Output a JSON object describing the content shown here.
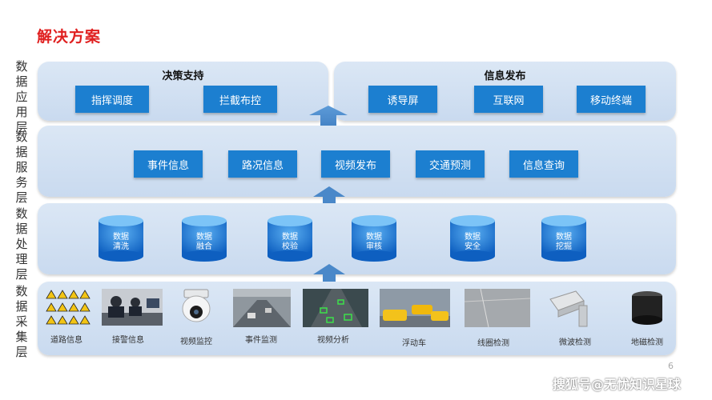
{
  "title": "解决方案",
  "layers": [
    {
      "label": "数据应用层",
      "chars": [
        "数",
        "据",
        "应",
        "用",
        "层"
      ]
    },
    {
      "label": "数据服务层",
      "chars": [
        "数",
        "据",
        "服",
        "务",
        "层"
      ]
    },
    {
      "label": "数据处理层",
      "chars": [
        "数",
        "据",
        "处",
        "理",
        "层"
      ]
    },
    {
      "label": "数据采集层",
      "chars": [
        "数",
        "据",
        "采",
        "集",
        "层"
      ]
    }
  ],
  "application": {
    "decision": {
      "title": "决策支持",
      "items": [
        "指挥调度",
        "拦截布控"
      ]
    },
    "publish": {
      "title": "信息发布",
      "items": [
        "诱导屏",
        "互联网",
        "移动终端"
      ]
    }
  },
  "service_items": [
    "事件信息",
    "路况信息",
    "视频发布",
    "交通预测",
    "信息查询"
  ],
  "processing_items": [
    {
      "line1": "数据",
      "line2": "清洗"
    },
    {
      "line1": "数据",
      "line2": "融合"
    },
    {
      "line1": "数据",
      "line2": "校验"
    },
    {
      "line1": "数据",
      "line2": "审核"
    },
    {
      "line1": "数据",
      "line2": "安全"
    },
    {
      "line1": "数据",
      "line2": "挖掘"
    }
  ],
  "collection_items": [
    "道路信息",
    "接警信息",
    "视频监控",
    "事件监测",
    "视频分析",
    "浮动车",
    "线圈检测",
    "微波检测",
    "地磁检测"
  ],
  "page_number": "6",
  "watermark": "搜狐号@无忧知识星球",
  "colors": {
    "accent_red": "#e02020",
    "button_blue": "#1c7fd0",
    "panel_blue": "#d3e2f3"
  }
}
